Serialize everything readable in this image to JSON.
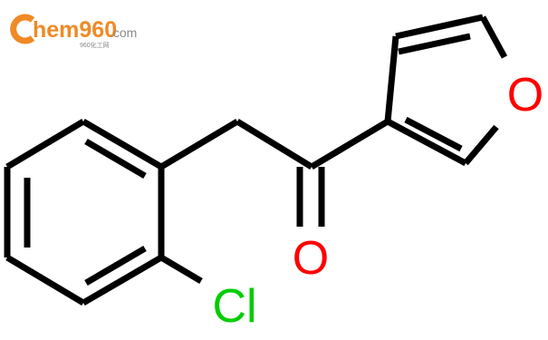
{
  "logo": {
    "text": "hem960",
    "domain": ".com",
    "tagline": "960化工网",
    "color": "#f08a24",
    "domain_color": "#8a8a8a"
  },
  "molecule": {
    "atoms": {
      "oxygen_furan": "O",
      "oxygen_carbonyl": "O",
      "chlorine": "Cl"
    },
    "colors": {
      "bond": "#000000",
      "oxygen": "#ff0000",
      "chlorine": "#00cc00"
    }
  }
}
